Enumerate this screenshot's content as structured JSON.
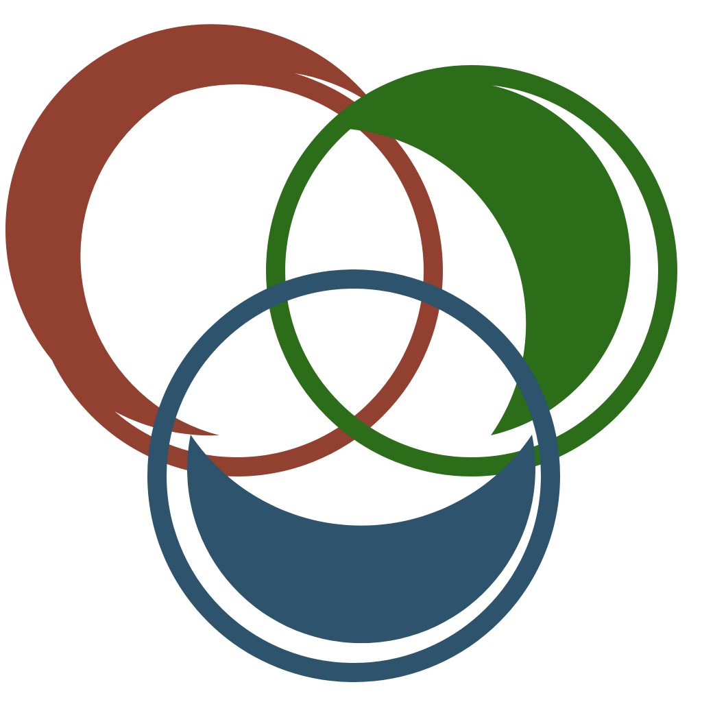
{
  "rings": [
    {
      "name": "red-ring",
      "color": "#92402f"
    },
    {
      "name": "green-ring",
      "color": "#2c6d1a"
    },
    {
      "name": "blue-ring",
      "color": "#2d536d"
    }
  ]
}
